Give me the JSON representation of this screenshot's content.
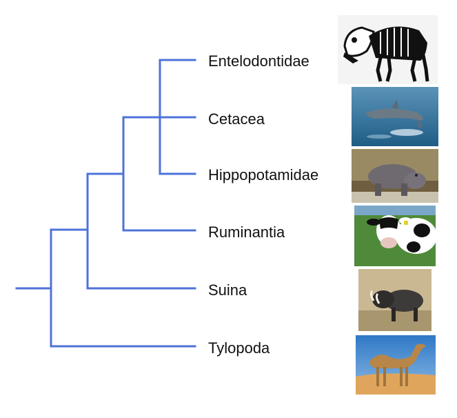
{
  "diagram": {
    "type": "cladogram",
    "line_color": "#4e72d9",
    "taxa": [
      {
        "id": "entelodontidae",
        "label": "Entelodontidae",
        "image": "entelodont-skeleton-icon"
      },
      {
        "id": "cetacea",
        "label": "Cetacea",
        "image": "dolphin-photo-icon"
      },
      {
        "id": "hippopotamidae",
        "label": "Hippopotamidae",
        "image": "hippo-photo-icon"
      },
      {
        "id": "ruminantia",
        "label": "Ruminantia",
        "image": "cow-photo-icon"
      },
      {
        "id": "suina",
        "label": "Suina",
        "image": "warthog-photo-icon"
      },
      {
        "id": "tylopoda",
        "label": "Tylopoda",
        "image": "camel-photo-icon"
      }
    ],
    "topology": "(Tylopoda,(Suina,(Ruminantia,(Cetacea,(Entelodontidae,Hippopotamidae)))))"
  }
}
